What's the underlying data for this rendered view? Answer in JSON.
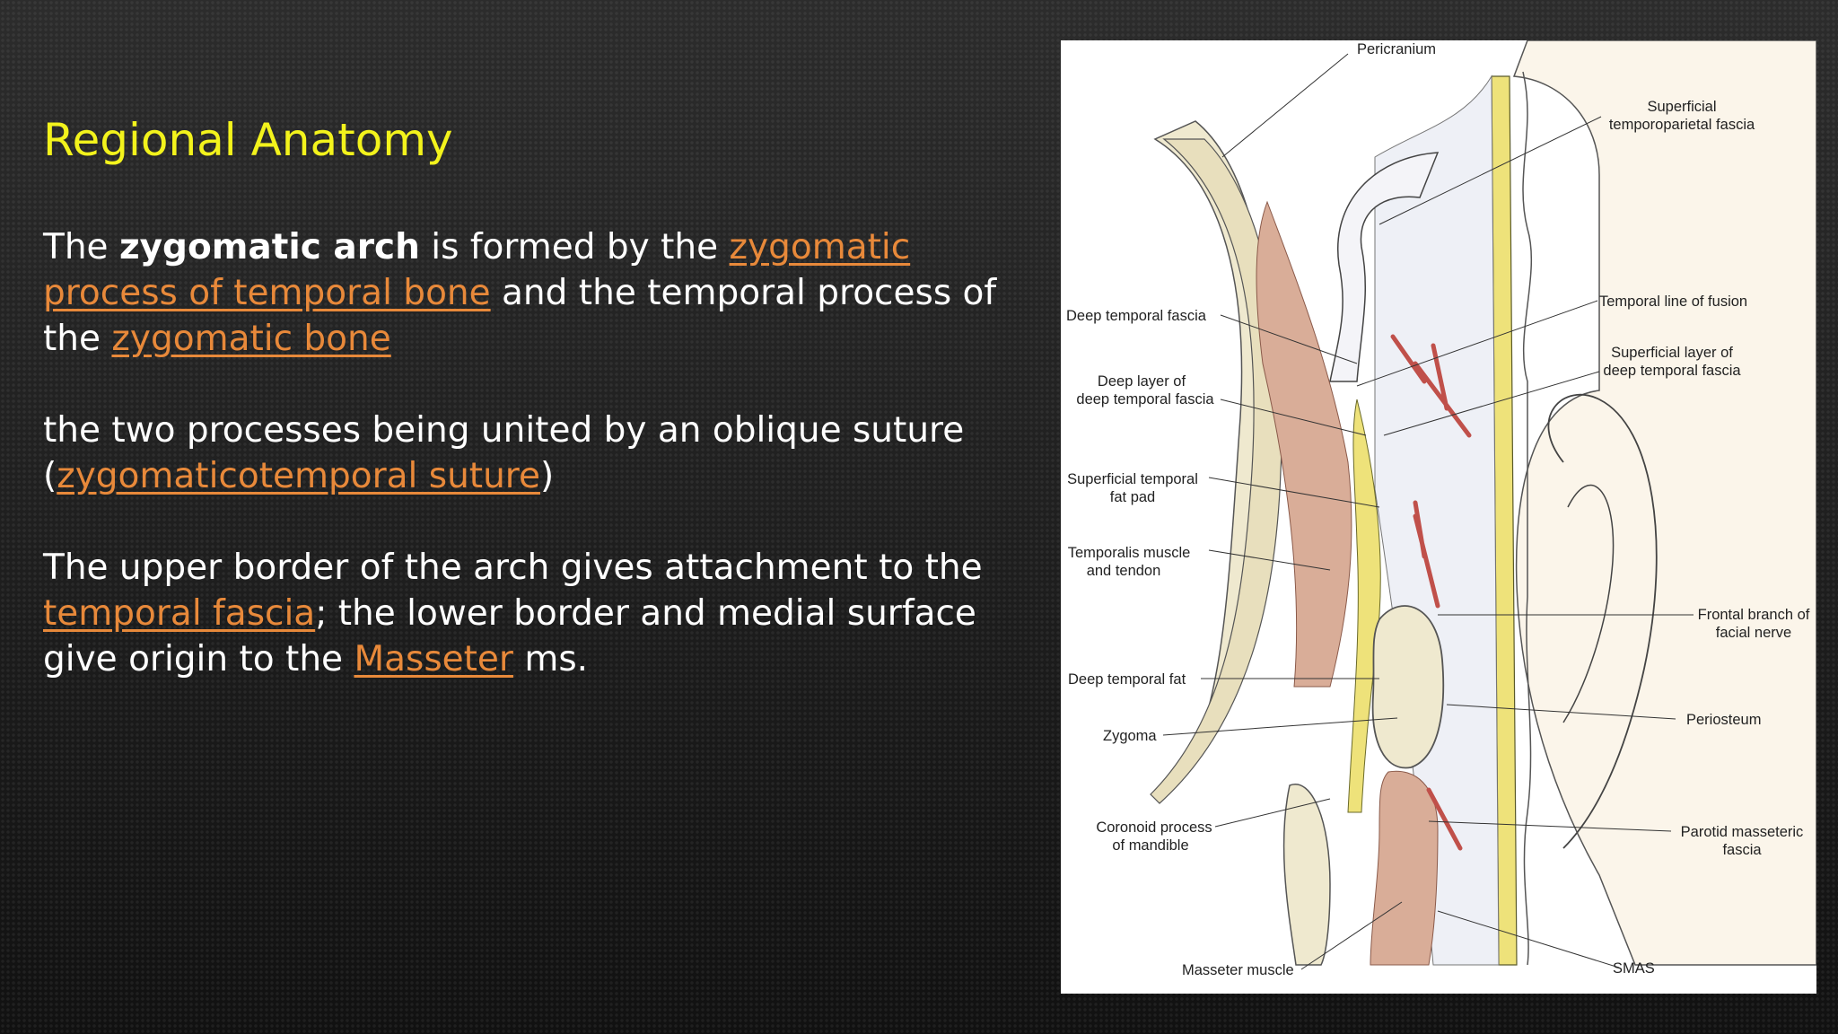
{
  "slide": {
    "title": "Regional Anatomy",
    "para1": {
      "t1": "The ",
      "bold": "zygomatic arch",
      "t2": " is formed by the ",
      "link1": "zygomatic process of temporal bone",
      "t3": " and the temporal process of the ",
      "link2": "zygomatic bone"
    },
    "para2": {
      "t1": " the two processes being united by an oblique suture (",
      "link1": "zygomaticotemporal suture",
      "t2": ")"
    },
    "para3": {
      "t1": "The upper border of the arch gives attachment to the ",
      "link1": "temporal fascia",
      "t2": ";  the lower border and medial surface give origin to the ",
      "link2": "Masseter",
      "t3": " ms."
    },
    "colors": {
      "title": "#f3f31c",
      "link": "#e8893a",
      "text": "#ffffff",
      "background": "#1c1c1c"
    }
  },
  "figure": {
    "labels": {
      "pericranium": "Pericranium",
      "superficial_temporoparietal_fascia": [
        "Superficial",
        "temporoparietal fascia"
      ],
      "deep_temporal_fascia": "Deep temporal fascia",
      "temporal_line_of_fusion": "Temporal line of fusion",
      "deep_layer_of_deep_temporal_fascia": [
        "Deep layer of",
        "deep temporal fascia"
      ],
      "superficial_layer_of_deep_temporal_fascia": [
        "Superficial layer of",
        "deep temporal fascia"
      ],
      "superficial_temporal_fat_pad": [
        "Superficial temporal",
        "fat pad"
      ],
      "temporalis_muscle_and_tendon": [
        "Temporalis muscle",
        "and tendon"
      ],
      "frontal_branch_of_facial_nerve": [
        "Frontal branch of",
        "facial nerve"
      ],
      "deep_temporal_fat": "Deep temporal fat",
      "periosteum": "Periosteum",
      "zygoma": "Zygoma",
      "coronoid_process_of_mandible": [
        "Coronoid process",
        "of mandible"
      ],
      "parotid_masseteric_fascia": [
        "Parotid masseteric",
        "fascia"
      ],
      "masseter_muscle": "Masseter muscle",
      "smas": "SMAS"
    }
  }
}
